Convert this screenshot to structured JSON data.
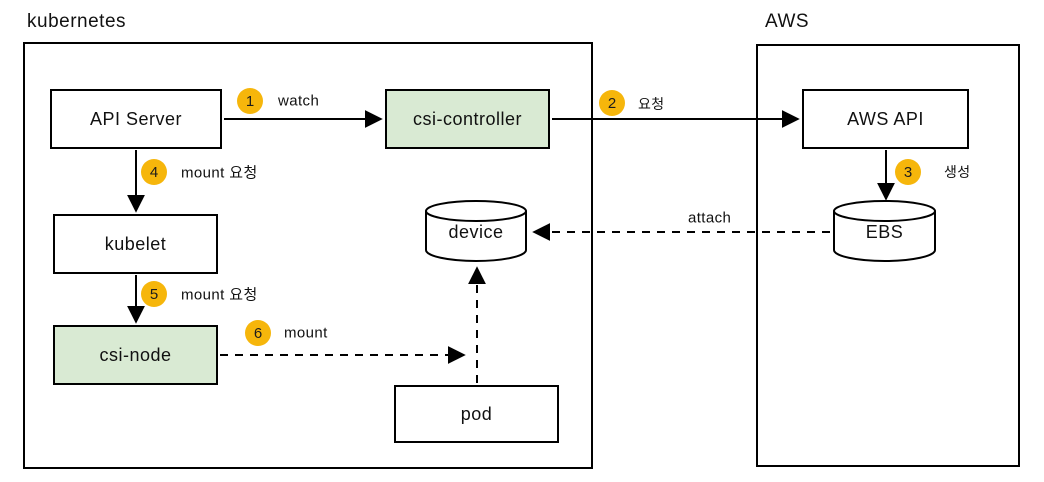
{
  "groups": {
    "kubernetes": {
      "label": "kubernetes"
    },
    "aws": {
      "label": "AWS"
    }
  },
  "nodes": {
    "api_server": {
      "label": "API Server",
      "shape": "rect",
      "fill": "#FFFFFF"
    },
    "csi_controller": {
      "label": "csi-controller",
      "shape": "rect",
      "fill": "#D9EAD3"
    },
    "kubelet": {
      "label": "kubelet",
      "shape": "rect",
      "fill": "#FFFFFF"
    },
    "csi_node": {
      "label": "csi-node",
      "shape": "rect",
      "fill": "#D9EAD3"
    },
    "device": {
      "label": "device",
      "shape": "cylinder",
      "fill": "#FFFFFF"
    },
    "pod": {
      "label": "pod",
      "shape": "rect",
      "fill": "#FFFFFF"
    },
    "aws_api": {
      "label": "AWS API",
      "shape": "rect",
      "fill": "#FFFFFF"
    },
    "ebs": {
      "label": "EBS",
      "shape": "cylinder",
      "fill": "#FFFFFF"
    }
  },
  "edges": {
    "watch": {
      "step": "1",
      "label": "watch",
      "from": "api_server",
      "to": "csi_controller",
      "style": "solid"
    },
    "request": {
      "step": "2",
      "label": "요청",
      "from": "csi_controller",
      "to": "aws_api",
      "style": "solid"
    },
    "create": {
      "step": "3",
      "label": "생성",
      "from": "aws_api",
      "to": "ebs",
      "style": "solid"
    },
    "mount_req_1": {
      "step": "4",
      "label": "mount 요청",
      "from": "api_server",
      "to": "kubelet",
      "style": "solid"
    },
    "mount_req_2": {
      "step": "5",
      "label": "mount 요청",
      "from": "kubelet",
      "to": "csi_node",
      "style": "solid"
    },
    "mount": {
      "step": "6",
      "label": "mount",
      "from": "csi_node",
      "to": "device",
      "style": "dashed"
    },
    "attach": {
      "step": "",
      "label": "attach",
      "from": "ebs",
      "to": "device",
      "style": "dashed"
    },
    "pod_device": {
      "step": "",
      "label": "",
      "from": "pod",
      "to": "device",
      "style": "dashed"
    }
  },
  "colors": {
    "badge": "#F6B60B",
    "node_green": "#D9EAD3",
    "stroke": "#000000",
    "background": "#FFFFFF"
  }
}
